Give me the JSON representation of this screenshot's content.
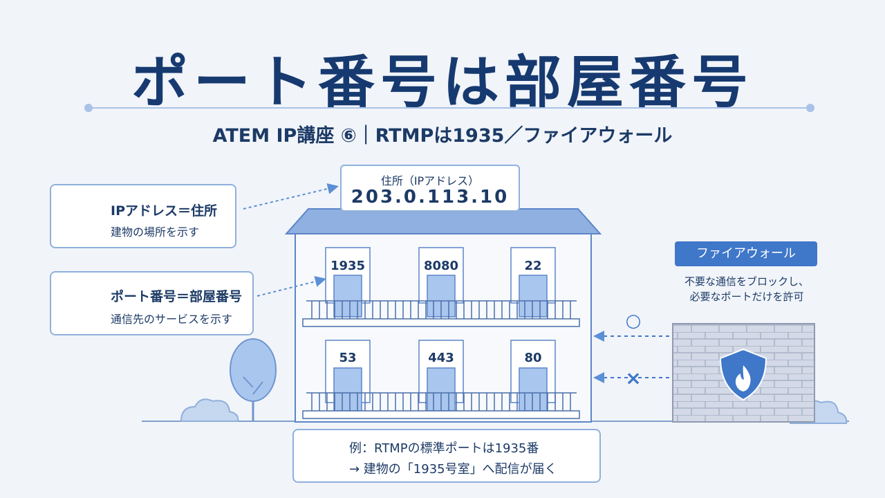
{
  "title": "ポート番号は部屋番号",
  "subtitle": "ATEM IP講座 ⑥｜RTMPは1935／ファイアウォール",
  "address_box": {
    "caption": "住所（IPアドレス）",
    "ip": "203.0.113.10"
  },
  "legend": [
    {
      "title": "IPアドレス＝住所",
      "desc": "建物の場所を示す",
      "icon": "location-pin-icon"
    },
    {
      "title": "ポート番号＝部屋番号",
      "desc": "通信先のサービスを示す",
      "icon": "door-icon"
    }
  ],
  "rooms": {
    "upper": [
      "1935",
      "8080",
      "22"
    ],
    "lower": [
      "53",
      "443",
      "80"
    ]
  },
  "firewall": {
    "label": "ファイアウォール",
    "desc_line1": "不要な通信をブロックし、",
    "desc_line2": "必要なポートだけを許可",
    "allow_mark": "○",
    "block_mark": "×",
    "icon": "shield-flame-icon"
  },
  "example": {
    "line1": "例：RTMPの標準ポートは1935番",
    "line2": "→ 建物の「1935号室」へ配信が届く",
    "icon": "wifi-icon"
  },
  "colors": {
    "navy": "#163a70",
    "accent": "#3f77c9",
    "light": "#a9c2e8",
    "door": "#a9c6ee"
  }
}
